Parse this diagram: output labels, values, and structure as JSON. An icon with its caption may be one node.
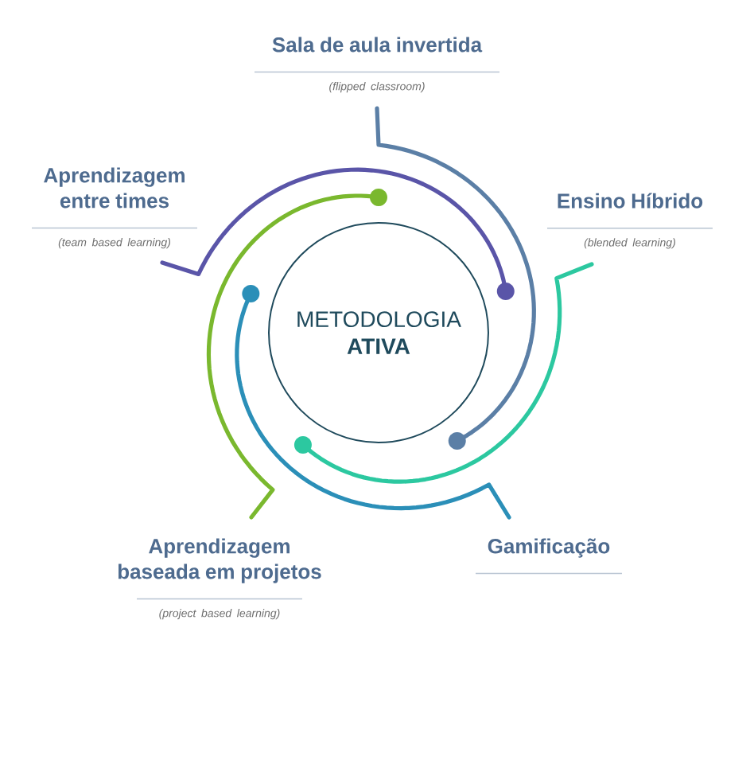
{
  "diagram": {
    "nodes": [
      {
        "text": [
          "METODOLOGIA **ATIVA**"
        ]
      },
      {
        "text": [
          "Sala de aula invertida",
          "(flipped classroom)"
        ]
      },
      {
        "text": [
          "Aprendizagem entre times",
          "(team based learning)"
        ]
      },
      {
        "text": [
          "Ensino Híbrido",
          "(blended learning)"
        ]
      },
      {
        "text": [
          "Aprendizagem baseada em projetos",
          "(project based learning)"
        ]
      },
      {
        "text": [
          "Gamificação"
        ]
      }
    ]
  }
}
